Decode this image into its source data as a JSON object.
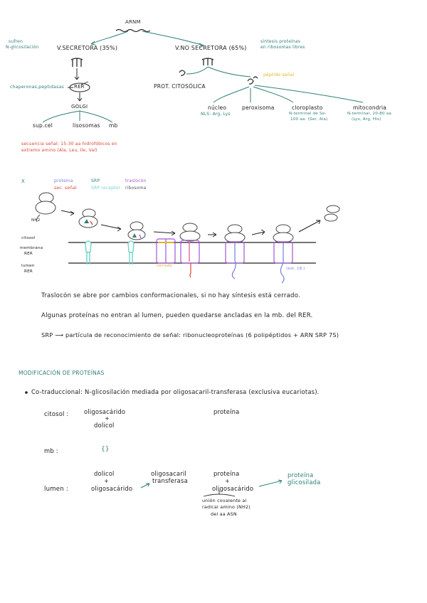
{
  "colors": {
    "ink": "#2a2a2a",
    "teal": "#2f7f7a",
    "signal_red": "#d8452f",
    "mint": "#6fd3c8",
    "purple": "#a455d6",
    "blue": "#6f7fe0",
    "yellow": "#e0b221",
    "pink": "#e26aa0",
    "grey": "#9a9a9a"
  },
  "top_diagram": {
    "arnm": "ARNM",
    "secretora": "V.SECRETORA (35%)",
    "no_secretora": "V.NO SECRETORA (65%)",
    "sufren_1": "sufren",
    "sufren_2": "N-glicosilación",
    "sintesis_1": "síntesis proteínas",
    "sintesis_2": "en ribosomas libres",
    "chaperonas": "chaperonas,peptidasas",
    "rer": "RER",
    "golgi": "GOLGI",
    "sup_cel": "sup.cel",
    "lisosomas": "lisosomas",
    "mb": "mb",
    "prot_citosolica": "PROT. CITOSÓLICA",
    "peptido_senal": "péptido señal",
    "nucleo": "núcleo",
    "nucleo_note": "NLS: Arg, Lys",
    "peroxisoma": "peroxisoma",
    "cloroplasto": "cloroplasto",
    "cloro_note_1": "N-terminal de Se-",
    "cloro_note_2": "100 aa. (Ser, Ala)",
    "mitocondria": "mitocondria",
    "mito_note_1": "N-terminal, 20-80 aa",
    "mito_note_2": "(Lys, Arg, His)",
    "secuencia_1": "secuencia señal: 15-30 aa hidrofóbicos en",
    "secuencia_2": "extremo amino (Ala, Leu, Ile, Val)"
  },
  "legend": {
    "marker": "X",
    "proteina": "proteína",
    "sec_senal": "sec. señal",
    "srp": "SRP",
    "srp_receptor": "SRP receptor",
    "traslocon": "traslocón",
    "ribosoma": "ribosoma"
  },
  "membrane_diagram": {
    "nh2": "NH2",
    "citosol": "citosol",
    "membrana_1": "membrana",
    "membrana_2": "RER",
    "lumen_1": "lumen",
    "lumen_2": "RER",
    "cerrado": "cerrado",
    "abierto": "(est. 18.)"
  },
  "notes": {
    "line1": "Traslocón se abre por cambios conformacionales, si no hay síntesis está cerrado.",
    "line2": "Algunas proteínas no entran al lumen, pueden quedarse ancladas en la mb. del RER.",
    "line3": "SRP ⟶ partícula de reconocimiento de señal: ribonucleoproteínas (6 polipéptidos + ARN SRP 7S)"
  },
  "section": {
    "heading": "MODIFICACIÓN DE PROTEÍNAS",
    "bullet": "Co-traduccional: N-glicosilación mediada por oligosacaril-transferasa (exclusiva eucariotas).",
    "citosol_label": "citosol :",
    "citosol_oligo": "oligosacárido",
    "citosol_plus": "+",
    "citosol_dolicol": "dolicol",
    "citosol_proteina": "proteína",
    "mb_label": "mb :",
    "mb_symbol": "{}",
    "lumen_label": "lumen :",
    "lumen_dolicol": "dolicol",
    "lumen_plus": "+",
    "lumen_oligo": "oligosacárido",
    "enzyme_1": "oligosacaril",
    "enzyme_2": "transferasa",
    "prot": "proteína",
    "prot_plus": "+",
    "prot_oligo": "oligosacárido",
    "product_1": "proteína",
    "product_2": "glicosilada",
    "union_1": "unión covalente al",
    "union_2": "radical amino (NH2)",
    "union_3": "del aa ASN"
  }
}
